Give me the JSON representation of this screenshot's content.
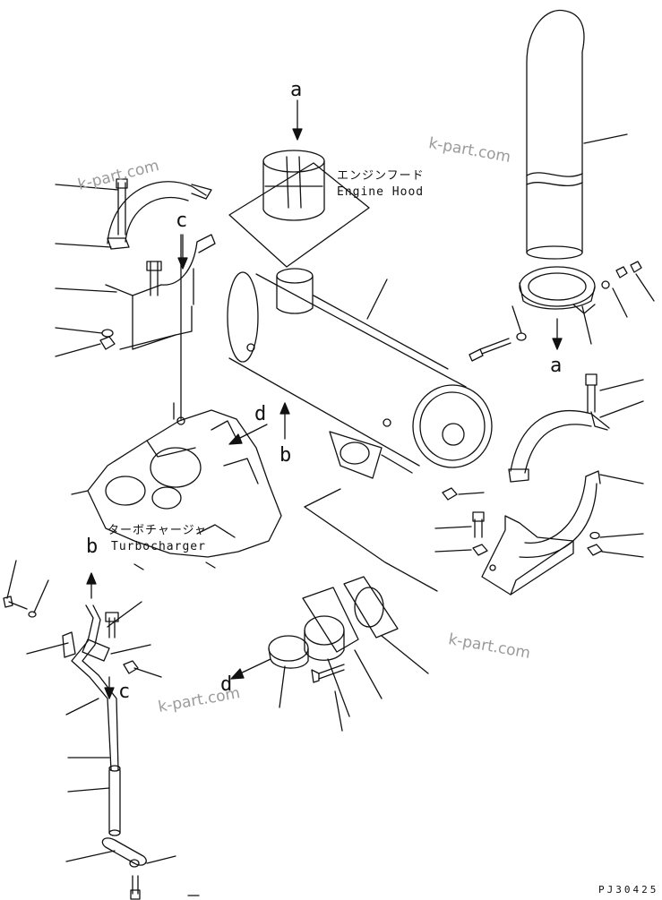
{
  "labels": {
    "engine_hood_jp": "エンジンフード",
    "engine_hood_en": "Engine Hood",
    "turbocharger_jp": "ターボチャージャ",
    "turbocharger_en": "Turbocharger",
    "a_top": "a",
    "a_right": "a",
    "b_center": "b",
    "b_left": "b",
    "c_upper": "c",
    "c_lower": "c",
    "d_center": "d",
    "d_lower": "d"
  },
  "watermarks": [
    "k-part.com",
    "k-part.com",
    "k-part.com",
    "k-part.com"
  ],
  "drawing_code": "PJ30425",
  "colors": {
    "line": "#111111",
    "watermark": "#9a9a9a",
    "background": "#ffffff"
  }
}
